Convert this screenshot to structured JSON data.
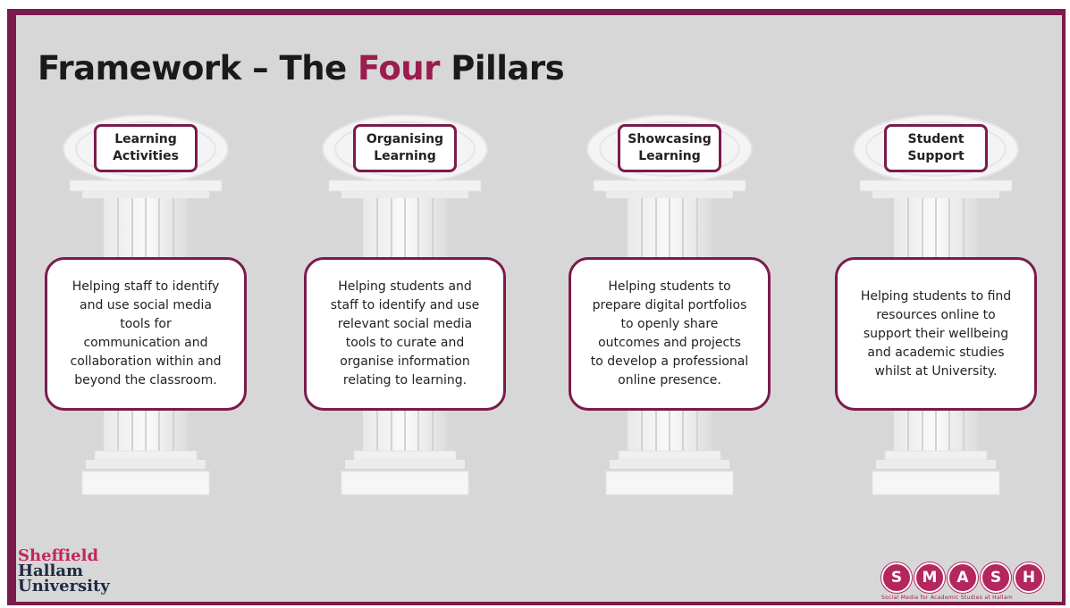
{
  "title": {
    "pre": "Framework – The ",
    "accent": "Four",
    "post": " Pillars"
  },
  "pillars": [
    {
      "label": "Learning\nActivities",
      "description": "Helping staff to identify\nand use social media\ntools for\ncommunication and\ncollaboration within and\nbeyond the classroom."
    },
    {
      "label": "Organising\nLearning",
      "description": "Helping students and\nstaff to identify and use\nrelevant social media\ntools to curate and\norganise information\nrelating to learning."
    },
    {
      "label": "Showcasing\nLearning",
      "description": "Helping students to\nprepare digital portfolios\nto openly share\noutcomes and projects\nto develop a professional\nonline presence."
    },
    {
      "label": "Student\nSupport",
      "description": "Helping students to find\nresources online to\nsupport their wellbeing\nand academic studies\nwhilst at University."
    }
  ],
  "logos": {
    "university": {
      "line1": "Sheffield",
      "line2": "Hallam",
      "line3": "University"
    },
    "smash": {
      "letters": [
        "S",
        "M",
        "A",
        "S",
        "H"
      ],
      "tagline": "Social Media for Academic Studies at Hallam"
    }
  },
  "colors": {
    "accent": "#9b1c4e",
    "border": "#7b1b4c",
    "background": "#d7d7d7"
  }
}
